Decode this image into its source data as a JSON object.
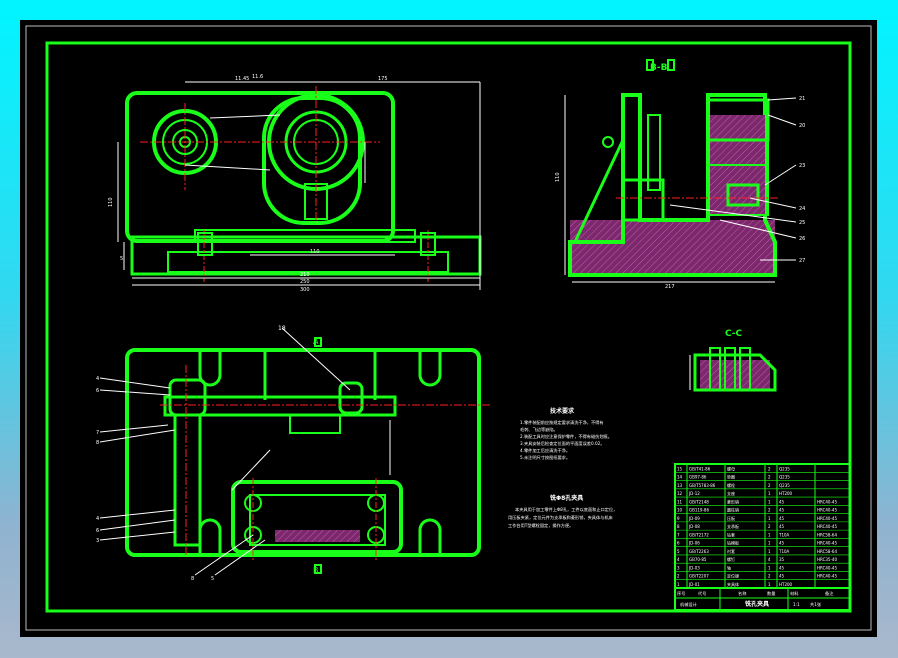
{
  "drawing": {
    "section_label_top": "B-B",
    "section_label_small": "C-C",
    "section_label_plan": "A",
    "section_label_plan_b": "B",
    "plan_balloon_top": "18",
    "front_dims": {
      "d1": "11.45",
      "d2": "11.6",
      "d3": "175",
      "d4": "110",
      "d5": "210",
      "d6": "250",
      "d7": "300",
      "left_v": "110",
      "left_v2": "5"
    },
    "side_dims": {
      "bottom": "217",
      "left_v": "110"
    },
    "side_balloons": [
      "21",
      "20",
      "23",
      "24",
      "25",
      "26",
      "27"
    ],
    "plan_balloons_left": [
      "4",
      "6",
      "7",
      "8",
      "4",
      "6",
      "3"
    ],
    "plan_balloons_bottom": [
      "8",
      "5"
    ]
  },
  "notes": {
    "title": "技术要求",
    "items": [
      "1.零件装配前应按规定要求清洗干净，不得有",
      "   毛刺、飞边等缺陷。",
      "2.装配工具时应注意保护零件，不得有碰伤划痕。",
      "3.夹具安装后检查定位面的平面度误差0.02。",
      "4.零件加工后应清洗干净。",
      "5.未注明尺寸按图纸要求。"
    ]
  },
  "description": {
    "title": "铣Φ8孔夹具",
    "lines": [
      "本夹具用于加工零件上Φ8孔，工件以底面和止口定位，",
      "用压板夹紧，定位元件为支承板和菱形销，夹具体与机床",
      "工作台用T型螺栓固定，操作方便。"
    ]
  },
  "bom": {
    "rows": [
      [
        "15",
        "GB/T41-86",
        "螺母",
        "2",
        "Q235",
        ""
      ],
      [
        "14",
        "GB97-86",
        "垫圈",
        "2",
        "Q235",
        ""
      ],
      [
        "13",
        "GB/T5783-86",
        "螺栓",
        "2",
        "Q235",
        ""
      ],
      [
        "12",
        "JD-12",
        "支座",
        "1",
        "HT200",
        ""
      ],
      [
        "11",
        "GB/T2148",
        "菱形销",
        "1",
        "45",
        "HRC40-45"
      ],
      [
        "10",
        "GB119-86",
        "圆柱销",
        "2",
        "45",
        "HRC40-45"
      ],
      [
        "9",
        "JD-09",
        "压板",
        "1",
        "45",
        "HRC40-45"
      ],
      [
        "8",
        "JD-08",
        "支承板",
        "2",
        "45",
        "HRC40-45"
      ],
      [
        "7",
        "GB/T2172",
        "钻套",
        "1",
        "T10A",
        "HRC58-64"
      ],
      [
        "6",
        "JD-06",
        "钻模板",
        "1",
        "45",
        "HRC40-45"
      ],
      [
        "5",
        "GB/T2263",
        "衬套",
        "1",
        "T10A",
        "HRC58-64"
      ],
      [
        "4",
        "GB70-85",
        "螺钉",
        "4",
        "35",
        "HRC35-40"
      ],
      [
        "3",
        "JD-03",
        "轴",
        "1",
        "45",
        "HRC40-45"
      ],
      [
        "2",
        "GB/T2207",
        "定位键",
        "2",
        "45",
        "HRC40-45"
      ],
      [
        "1",
        "JD-01",
        "夹具体",
        "1",
        "HT200",
        ""
      ]
    ],
    "header": [
      "序号",
      "代号",
      "名称",
      "数量",
      "材料",
      "备注"
    ]
  },
  "title_block": {
    "name": "铣孔夹具",
    "scale": "1:1",
    "sheet": "共1张",
    "org": "机械设计"
  },
  "colors": {
    "frame": "#19ff19",
    "dims": "#ffffff",
    "center": "#ff2020",
    "section": "#7a2a6a",
    "background_top": "#00f5ff"
  }
}
